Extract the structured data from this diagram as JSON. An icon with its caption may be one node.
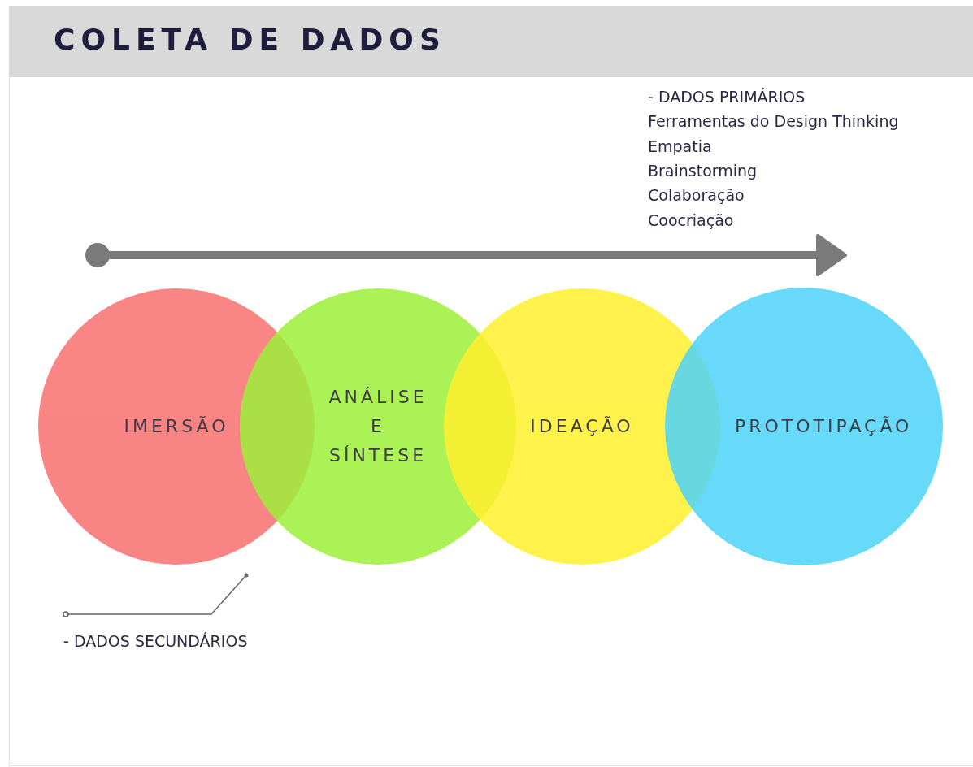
{
  "diagram": {
    "title": "COLETA DE DADOS",
    "nodes": [
      {
        "text": [
          "IMERSÃO"
        ]
      },
      {
        "text": [
          "ANÁLISE E SÍNTESE"
        ]
      },
      {
        "text": [
          "IDEAÇÃO"
        ]
      },
      {
        "text": [
          "PROTOTIPAÇÃO"
        ]
      },
      {
        "text": [
          "- DADOS SECUNDÁRIOS"
        ]
      }
    ],
    "edges": [
      {
        "from": 4,
        "to": 0,
        "arrow": "other"
      }
    ],
    "labels": [
      "- DADOS PRIMÁRIOS",
      "Ferramentas do Design Thinking",
      "Empatia",
      "Brainstorming",
      "Colaboração",
      "Coocriação"
    ]
  }
}
